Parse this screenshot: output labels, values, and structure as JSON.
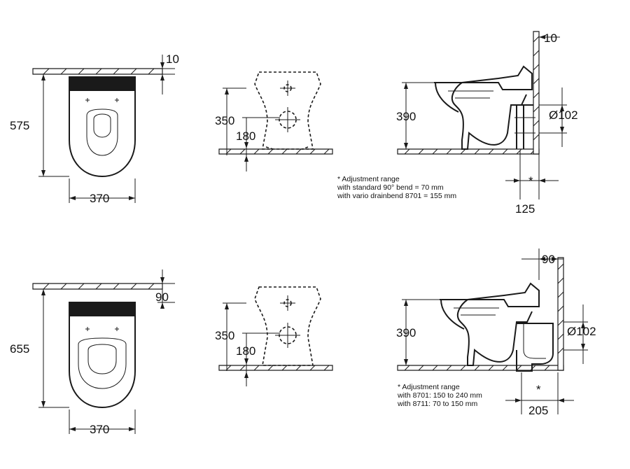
{
  "top_row": {
    "plan": {
      "depth": "575",
      "width": "370",
      "offset": "10"
    },
    "front": {
      "fixing_height": "350",
      "drain_height": "180"
    },
    "side": {
      "seat_height": "390",
      "wall_offset": "10",
      "outlet_diameter": "Ø102",
      "outlet_distance": "125",
      "asterisk": "*",
      "note_lines": [
        "* Adjustment range",
        "with standard 90° bend = 70 mm",
        "with vario drainbend 8701 = 155 mm"
      ]
    }
  },
  "bottom_row": {
    "plan": {
      "depth": "655",
      "width": "370",
      "offset": "90"
    },
    "front": {
      "fixing_height": "350",
      "drain_height": "180"
    },
    "side": {
      "seat_height": "390",
      "wall_offset": "90",
      "outlet_diameter": "Ø102",
      "outlet_distance": "205",
      "asterisk": "*",
      "note_lines": [
        "* Adjustment range",
        "with 8701: 150 to 240 mm",
        "with 8711: 70 to 150 mm"
      ]
    }
  }
}
